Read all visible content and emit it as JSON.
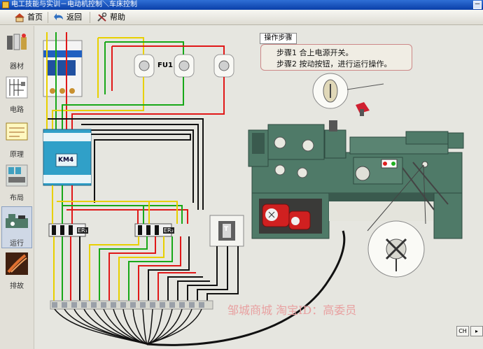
{
  "window": {
    "title": "电工技能与实训－电动机控制＼车床控制",
    "minimize_label": "－"
  },
  "toolbar": {
    "home_label": "首页",
    "back_label": "返回",
    "help_label": "帮助"
  },
  "sidebar": {
    "items": [
      {
        "label": "器材",
        "icon": "equipment-icon"
      },
      {
        "label": "电路",
        "icon": "circuit-icon"
      },
      {
        "label": "原理",
        "icon": "principle-icon"
      },
      {
        "label": "布局",
        "icon": "layout-icon"
      },
      {
        "label": "运行",
        "icon": "run-icon",
        "active": true
      },
      {
        "label": "排故",
        "icon": "troubleshoot-icon"
      }
    ]
  },
  "steps": {
    "title": "操作步骤",
    "step1": "步骤1  合上电源开关。",
    "step2": "步骤2  按动按钮，进行运行操作。"
  },
  "labels": {
    "fuse": "FU1",
    "contactor": "KM4",
    "relay1": "ER₁",
    "relay2": "ER₂",
    "transformer": "T"
  },
  "watermark": "邹城商城 淘宝ID：高委员",
  "corner_buttons": {
    "ch": "CH",
    "next": "▸"
  },
  "colors": {
    "wire_yellow": "#e8d000",
    "wire_green": "#18a818",
    "wire_red": "#e01818",
    "wire_black": "#111111",
    "lathe_green": "#4f7a68"
  }
}
